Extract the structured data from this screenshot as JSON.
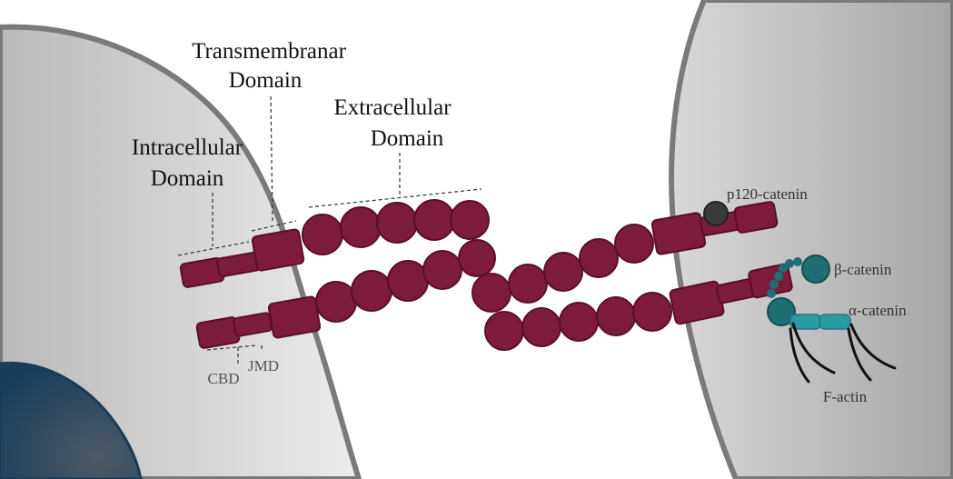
{
  "labels": {
    "transmembrane_line1": "Transmembranar",
    "transmembrane_line2": "Domain",
    "extracellular_line1": "Extracellular",
    "extracellular_line2": "Domain",
    "intracellular_line1": "Intracellular",
    "intracellular_line2": "Domain",
    "cbd": "CBD",
    "jmd": "JMD",
    "p120": "p120-catenin",
    "beta": "β-catenin",
    "alpha": "α-catenin",
    "factin": "F-actin"
  },
  "colors": {
    "cadherin": "#7d1c3a",
    "cadherin_stroke": "#5a0f27",
    "p120": "#3a3a3a",
    "beta_catenin": "#1f6e73",
    "alpha_catenin": "#2a9aa5",
    "cell_membrane": "#7a7a7a",
    "nucleus": "#1d4a6a"
  }
}
